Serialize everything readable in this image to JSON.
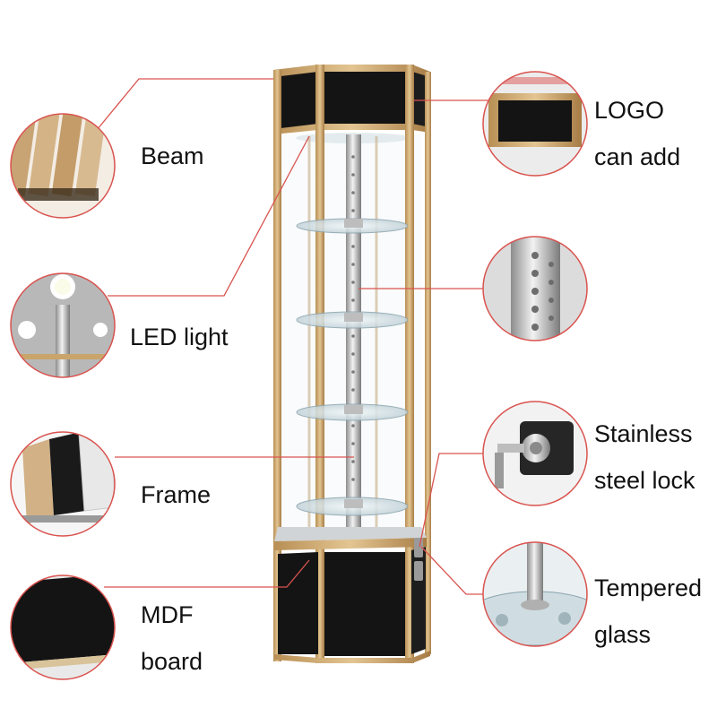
{
  "labels": {
    "beam": "Beam",
    "led_light": "LED light",
    "frame": "Frame",
    "mdf_line1": "MDF",
    "mdf_line2": "board",
    "logo_line1": "LOGO",
    "logo_line2": "can add",
    "lock_line1": "Stainless",
    "lock_line2": "steel lock",
    "glass_line1": "Tempered",
    "glass_line2": "glass"
  },
  "colors": {
    "callout_line": "#d9534f",
    "frame_gold": "#c9a46b",
    "panel_black": "#141414",
    "glass_shelf": "#d6e3e8"
  }
}
